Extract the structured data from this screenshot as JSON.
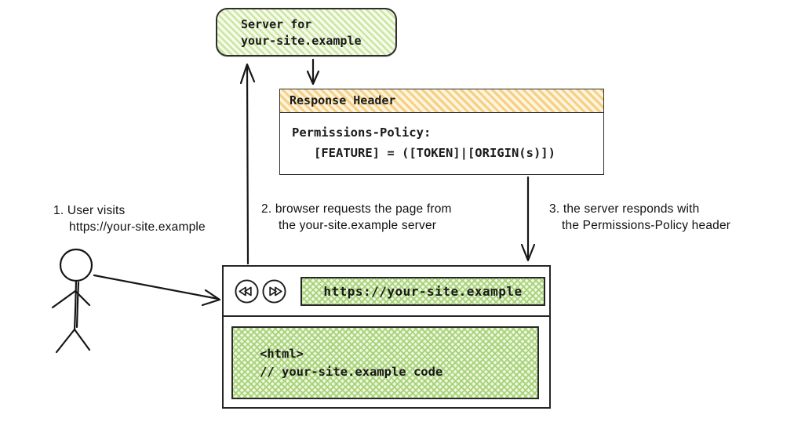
{
  "colors": {
    "green_stripe": "#cbe69e",
    "green_cross": "#a5d175",
    "green_fill": "#f6fbee",
    "orange_stripe": "#f6cf83",
    "orange_fill": "#fdf4dd",
    "ink": "#1c1c1c",
    "border": "#2e2e2e"
  },
  "server_box": {
    "line1": "Server for",
    "line2": "your-site.example"
  },
  "response_header": {
    "title": "Response Header",
    "body_line1": "Permissions-Policy:",
    "body_line2": "[FEATURE] = ([TOKEN]|[ORIGIN(s)])"
  },
  "steps": [
    {
      "line1": "1. User visits",
      "line2": "https://your-site.example"
    },
    {
      "line1": "2. browser requests the page from",
      "line2": "the your-site.example server"
    },
    {
      "line1": "3. the server responds with",
      "line2": "the Permissions-Policy header"
    }
  ],
  "browser": {
    "url": "https://your-site.example",
    "code_line1": "<html>",
    "code_line2": "// your-site.example code",
    "back_icon": "double-triangle-left-rewind",
    "forward_icon": "double-triangle-right-fast-forward"
  },
  "figures": {
    "person": "stick-figure-user",
    "arrows": [
      "user-to-browser",
      "browser-to-server",
      "server-to-response-header",
      "response-header-to-browser"
    ]
  }
}
